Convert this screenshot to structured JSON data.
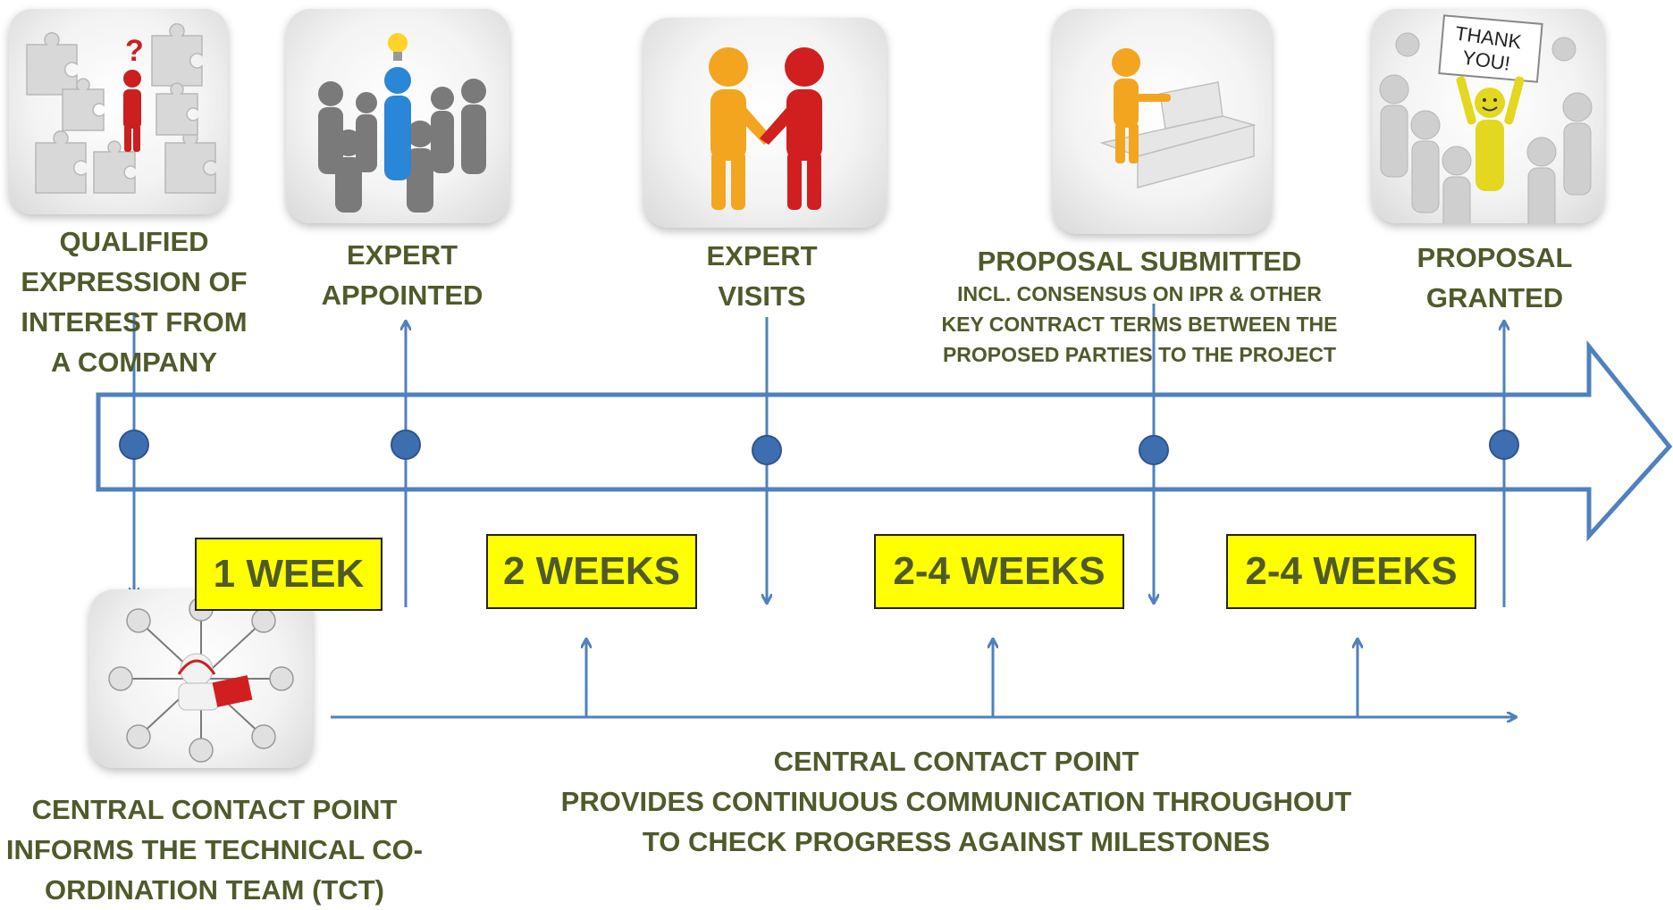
{
  "milestones": [
    {
      "id": "eoi",
      "lines": [
        "QUALIFIED",
        "EXPRESSION OF",
        "INTEREST FROM",
        "A COMPANY"
      ],
      "icon": "puzzle-question-icon"
    },
    {
      "id": "appointed",
      "lines": [
        "EXPERT",
        "APPOINTED"
      ],
      "icon": "crowd-lightbulb-icon"
    },
    {
      "id": "visits",
      "lines": [
        "EXPERT",
        "VISITS"
      ],
      "icon": "handshake-icon"
    },
    {
      "id": "submitted",
      "lines": [
        "PROPOSAL SUBMITTED"
      ],
      "sublines": [
        "INCL. CONSENSUS ON IPR & OTHER",
        "KEY CONTRACT TERMS BETWEEN THE",
        "PROPOSED PARTIES TO THE PROJECT"
      ],
      "icon": "person-at-desk-icon"
    },
    {
      "id": "granted",
      "lines": [
        "PROPOSAL",
        "GRANTED"
      ],
      "icon": "thank-you-sign-icon",
      "sign_text": [
        "THANK",
        "YOU!"
      ]
    }
  ],
  "durations": [
    "1 WEEK",
    "2 WEEKS",
    "2-4 WEEKS",
    "2-4 WEEKS"
  ],
  "central_contact": {
    "icon": "network-hub-icon",
    "lines": [
      "CENTRAL CONTACT POINT",
      "INFORMS THE TECHNICAL CO-",
      "ORDINATION TEAM (TCT)"
    ]
  },
  "communication": {
    "lines": [
      "CENTRAL CONTACT POINT",
      "PROVIDES CONTINUOUS COMMUNICATION THROUGHOUT",
      "TO CHECK PROGRESS AGAINST MILESTONES"
    ]
  },
  "colors": {
    "arrow": "#4f81bd",
    "dot": "#3d6fb0",
    "text": "#4f5a2a",
    "highlight": "#ffff00"
  }
}
